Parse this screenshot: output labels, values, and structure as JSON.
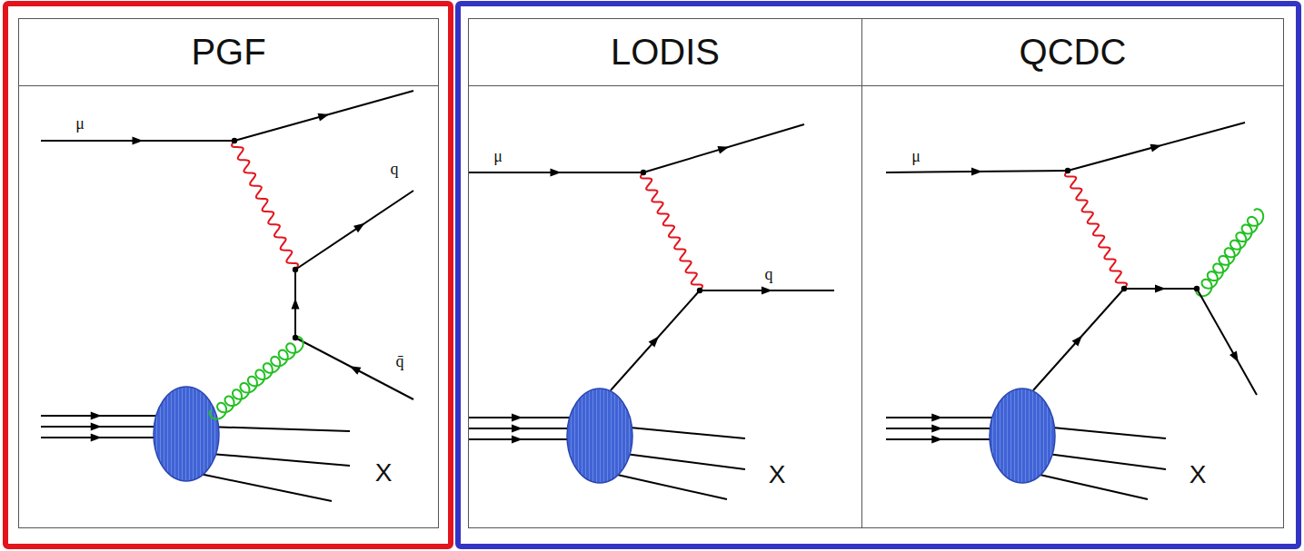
{
  "diagram": {
    "nodes": [
      {
        "text": [
          "PGF"
        ]
      },
      {
        "text": [
          "LODIS"
        ]
      },
      {
        "text": [
          "QCDC"
        ]
      }
    ],
    "labels": [
      "μ",
      "q",
      "q̄",
      "X",
      "μ",
      "q",
      "X",
      "μ",
      "X"
    ]
  }
}
